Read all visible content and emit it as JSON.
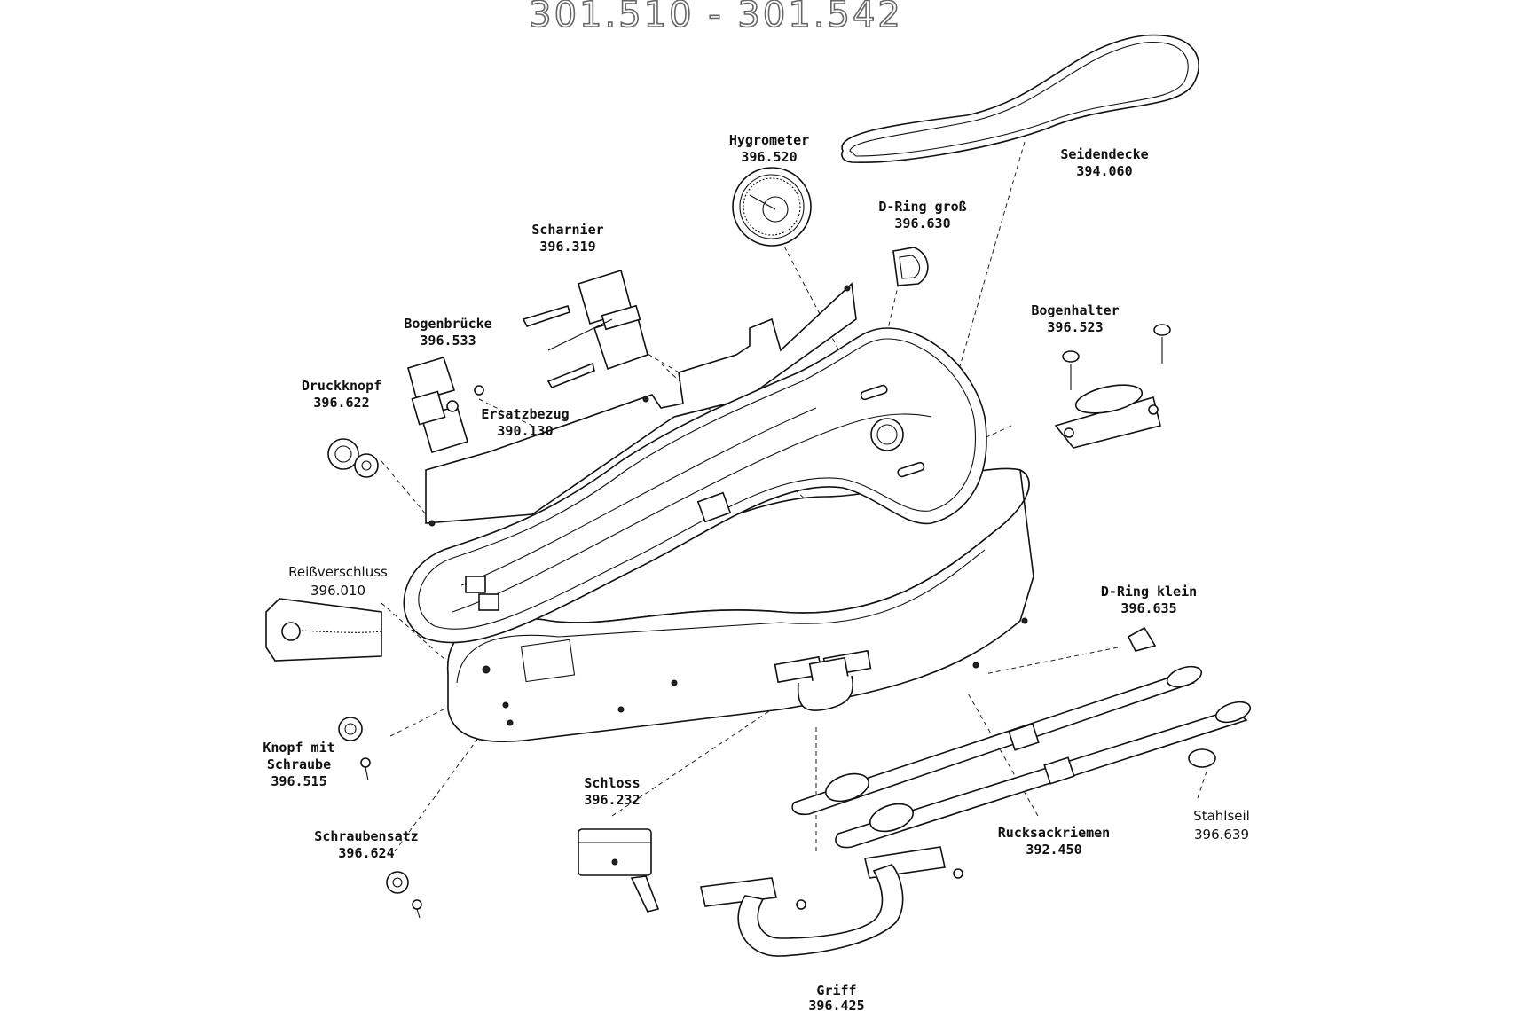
{
  "title": "301.510  -  301.542",
  "parts": [
    {
      "id": "hygrometer",
      "name": "Hygrometer",
      "number": "396.520"
    },
    {
      "id": "seidendecke",
      "name": "Seidendecke",
      "number": "394.060"
    },
    {
      "id": "dring-gross",
      "name": "D-Ring groß",
      "number": "396.630"
    },
    {
      "id": "scharnier",
      "name": "Scharnier",
      "number": "396.319"
    },
    {
      "id": "bogenhalter",
      "name": "Bogenhalter",
      "number": "396.523"
    },
    {
      "id": "bogenbruecke",
      "name": "Bogenbrücke",
      "number": "396.533"
    },
    {
      "id": "druckknopf",
      "name": "Druckknopf",
      "number": "396.622"
    },
    {
      "id": "ersatzbezug",
      "name": "Ersatzbezug",
      "number": "390.130"
    },
    {
      "id": "reissverschluss",
      "name": "Reißverschluss",
      "number": "396.010"
    },
    {
      "id": "dring-klein",
      "name": "D-Ring klein",
      "number": "396.635"
    },
    {
      "id": "knopf-mit-schraube",
      "name_line1": "Knopf mit",
      "name_line2": "Schraube",
      "number": "396.515"
    },
    {
      "id": "schloss",
      "name": "Schloss",
      "number": "396.232"
    },
    {
      "id": "stahlseil",
      "name": "Stahlseil",
      "number": "396.639"
    },
    {
      "id": "rucksackriemen",
      "name": "Rucksackriemen",
      "number": "392.450"
    },
    {
      "id": "schraubensatz",
      "name": "Schraubensatz",
      "number": "396.624"
    },
    {
      "id": "griff",
      "name": "Griff",
      "number": "396.425"
    }
  ]
}
